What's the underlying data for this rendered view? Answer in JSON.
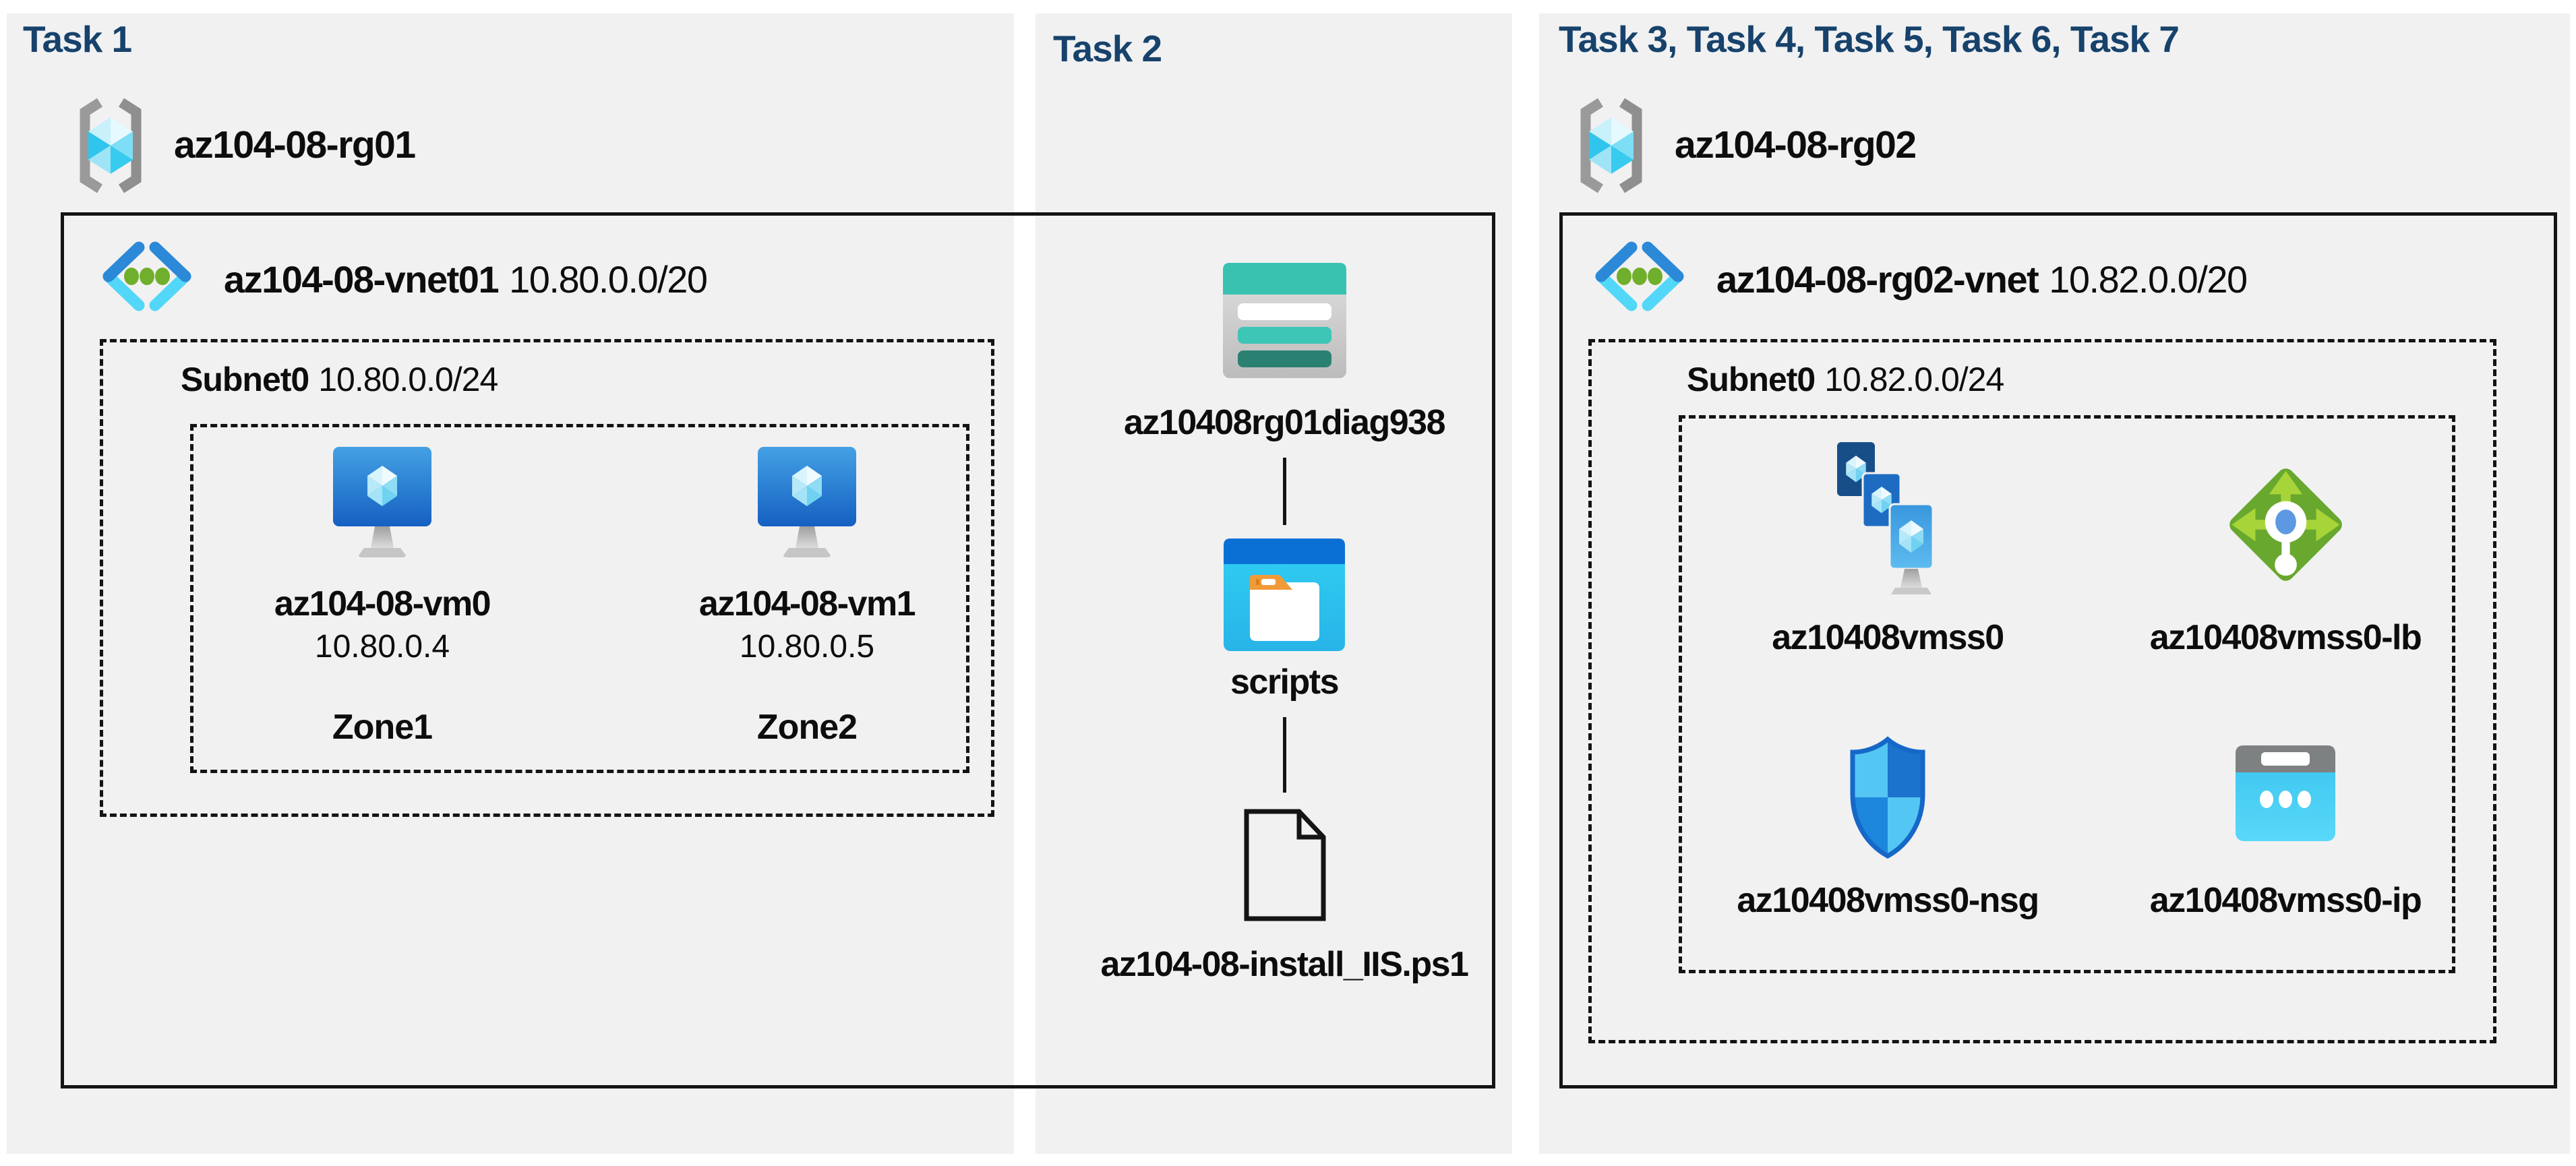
{
  "panel1": {
    "title": "Task 1",
    "resource_group": "az104-08-rg01",
    "vnet_name": "az104-08-vnet01",
    "vnet_cidr": "10.80.0.0/20",
    "subnet_name": "Subnet0",
    "subnet_cidr": "10.80.0.0/24",
    "vms": [
      {
        "name": "az104-08-vm0",
        "ip": "10.80.0.4",
        "zone": "Zone1",
        "icon": "vm-icon"
      },
      {
        "name": "az104-08-vm1",
        "ip": "10.80.0.5",
        "zone": "Zone2",
        "icon": "vm-icon"
      }
    ]
  },
  "panel2": {
    "title": "Task 2",
    "storage_account": "az10408rg01diag938",
    "storage_icon": "storage-account-icon",
    "container": "scripts",
    "container_icon": "blob-container-icon",
    "file": "az104-08-install_IIS.ps1",
    "file_icon": "file-icon"
  },
  "panel3": {
    "title": "Task 3, Task 4, Task 5, Task 6, Task 7",
    "resource_group": "az104-08-rg02",
    "vnet_name": "az104-08-rg02-vnet",
    "vnet_cidr": "10.82.0.0/20",
    "subnet_name": "Subnet0",
    "subnet_cidr": "10.82.0.0/24",
    "resources": [
      {
        "name": "az10408vmss0",
        "icon": "vmss-icon"
      },
      {
        "name": "az10408vmss0-lb",
        "icon": "load-balancer-icon"
      },
      {
        "name": "az10408vmss0-nsg",
        "icon": "nsg-icon"
      },
      {
        "name": "az10408vmss0-ip",
        "icon": "public-ip-icon"
      }
    ]
  },
  "colors": {
    "heading": "#17426b",
    "panel_bg": "#f1f1f2",
    "border": "#141414",
    "storage_teal": "#3ac2b1",
    "storage_teal_dark": "#2a8172",
    "container_blue": "#0b70d6",
    "container_cyan": "#2fd0f2",
    "vm_blue": "#1560c2",
    "vmss_navy": "#174e88",
    "lb_green": "#69a82f",
    "lb_green_light": "#a7d438",
    "nsg_blue": "#1b73cd",
    "nsg_cyan": "#54c6f3",
    "ip_cyan": "#3fc9f2",
    "vnet_chevron_blue": "#2b89d8",
    "vnet_chevron_cyan": "#53d7f8",
    "vnet_dot_green": "#70af2b",
    "rg_bracket_gray": "#9a9a9a"
  }
}
